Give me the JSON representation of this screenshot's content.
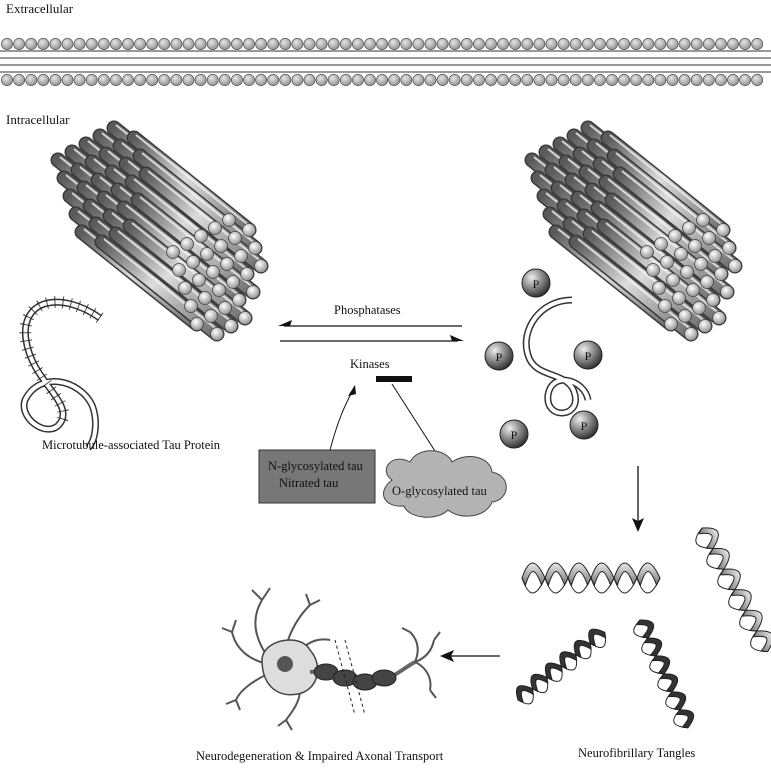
{
  "labels": {
    "extracellular": "Extracellular",
    "intracellular": "Intracellular",
    "phosphatases": "Phosphatases",
    "kinases": "Kinases",
    "tau_protein": "Microtubule-associated Tau Protein",
    "n_glycosylated": "N-glycosylated tau",
    "nitrated": "Nitrated tau",
    "o_glycosylated": "O-glycosylated tau",
    "neurofibrillary": "Neurofibrillary Tangles",
    "neurodegeneration": "Neurodegeneration & Impaired Axonal Transport",
    "phosphate": "P"
  },
  "colors": {
    "membrane_head": "#aaaaaa",
    "microtubule": "#b3b3b3",
    "n_box_fill": "#777777",
    "o_cloud_fill": "#b3b3b3",
    "phosphate_fill": "#6a6a6a"
  }
}
